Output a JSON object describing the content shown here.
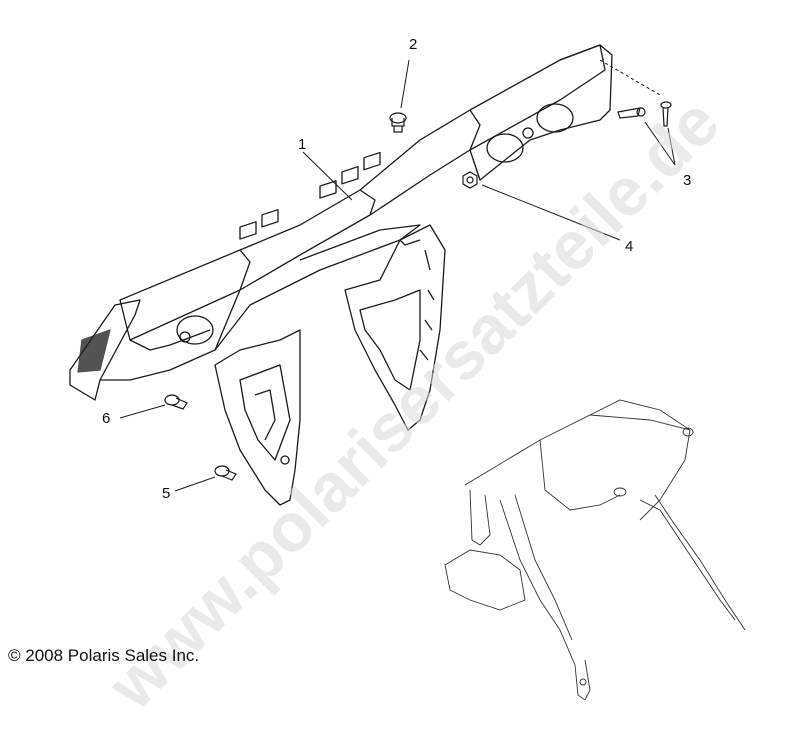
{
  "callouts": [
    {
      "id": "1",
      "label": "1"
    },
    {
      "id": "2",
      "label": "2"
    },
    {
      "id": "3",
      "label": "3"
    },
    {
      "id": "4",
      "label": "4"
    },
    {
      "id": "5",
      "label": "5"
    },
    {
      "id": "6",
      "label": "6"
    }
  ],
  "copyright": "© 2008 Polaris Sales Inc.",
  "watermark": "www.polarisersatzteile.de",
  "colors": {
    "line": "#1a1a1a",
    "watermark": "#d9d9d9"
  }
}
